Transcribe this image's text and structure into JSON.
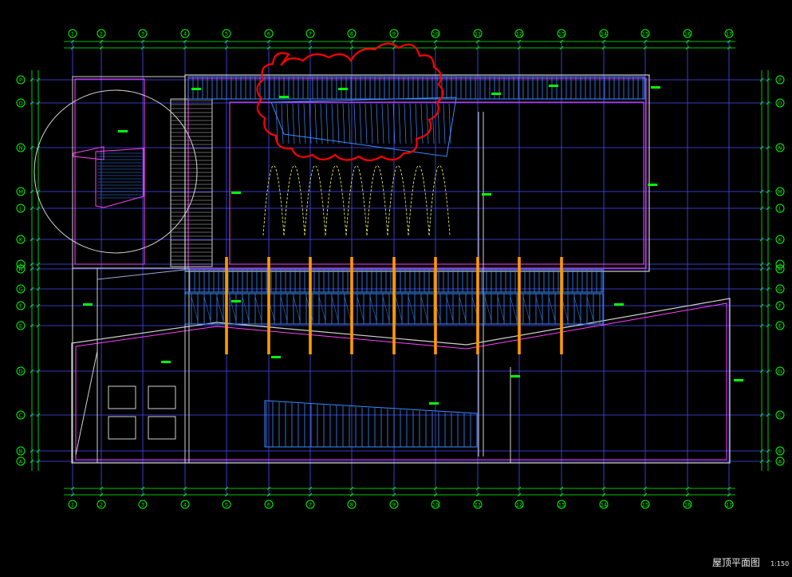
{
  "title": {
    "text": "屋顶平面图",
    "scale": "1:150"
  },
  "grid": {
    "columns": [
      "1",
      "2",
      "3",
      "4",
      "5",
      "6",
      "7",
      "8",
      "9",
      "10",
      "11",
      "12",
      "13",
      "14",
      "15",
      "16",
      "17"
    ],
    "rows": [
      "A",
      "B",
      "C",
      "D",
      "E",
      "F",
      "G",
      "H",
      "J",
      "K",
      "L",
      "M",
      "N",
      "O",
      "P"
    ]
  },
  "colors": {
    "background": "#000000",
    "axis": "#00ff00",
    "grid": "#4b4bff",
    "wall": "#ff40ff",
    "outline": "#d0d0d0",
    "glazing": "#3a8cff",
    "beam": "#ff9a00",
    "revision_cloud": "#ff0000",
    "dashed_arcs": "#ffff66",
    "annotation": "#00ff00"
  }
}
